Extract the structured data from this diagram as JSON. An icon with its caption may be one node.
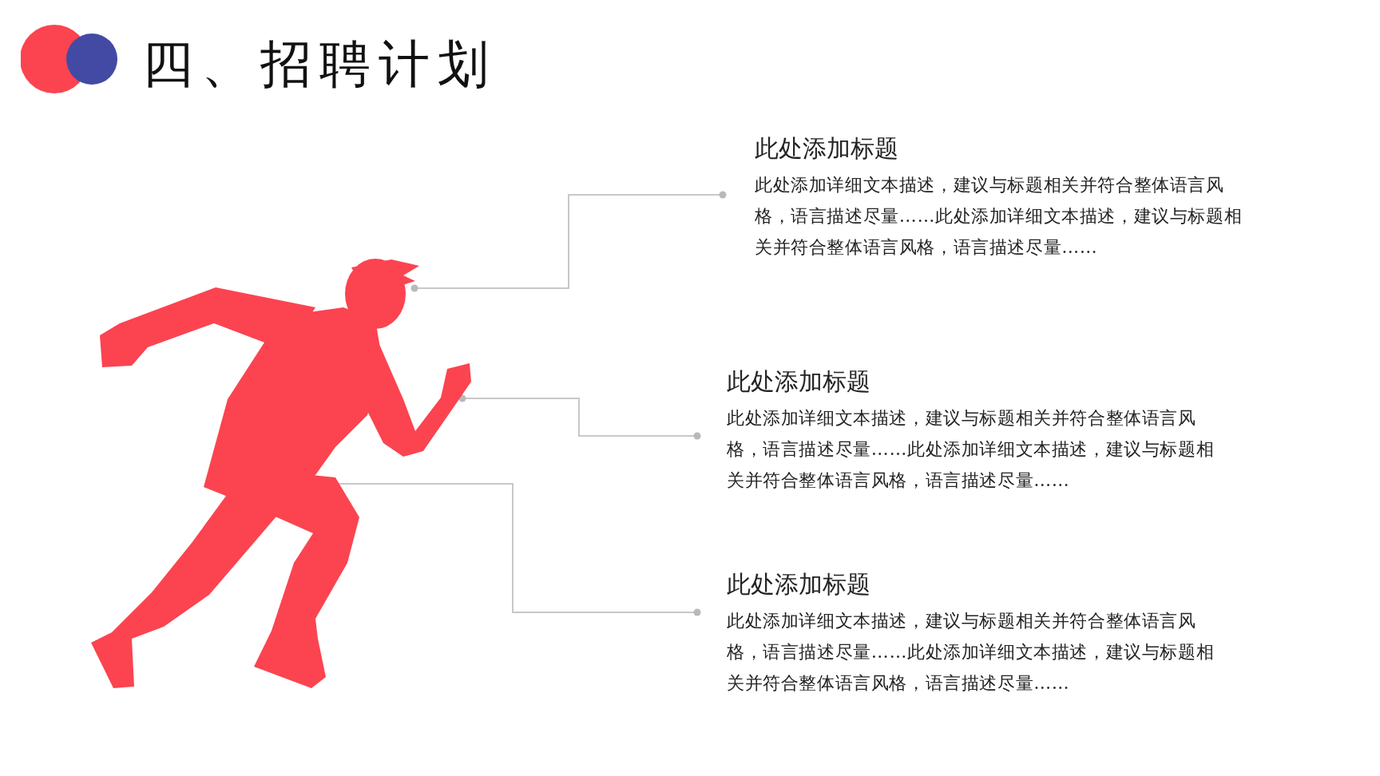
{
  "diagram": {
    "title": "四、招聘计划",
    "nodes": [
      {
        "text": [],
        "shape": "picture"
      },
      {
        "text": [
          "此处添加标题",
          "此处添加详细文本描述，建议与标题相关并符合整体语言风格，语言描述尽量……此处添加详细文本描述，建议与标题相关并符合整体语言风格，语言描述尽量……"
        ]
      },
      {
        "text": [
          "此处添加标题",
          "此处添加详细文本描述，建议与标题相关并符合整体语言风格，语言描述尽量……此处添加详细文本描述，建议与标题相关并符合整体语言风格，语言描述尽量……"
        ]
      },
      {
        "text": [
          "此处添加标题",
          "此处添加详细文本描述，建议与标题相关并符合整体语言风格，语言描述尽量……此处添加详细文本描述，建议与标题相关并符合整体语言风格，语言描述尽量……"
        ]
      }
    ],
    "edges": [
      {
        "from": 1,
        "to": 0,
        "arrow": "other"
      },
      {
        "from": 2,
        "to": 0,
        "arrow": "other"
      },
      {
        "from": 3,
        "to": 0,
        "arrow": "other"
      }
    ]
  }
}
